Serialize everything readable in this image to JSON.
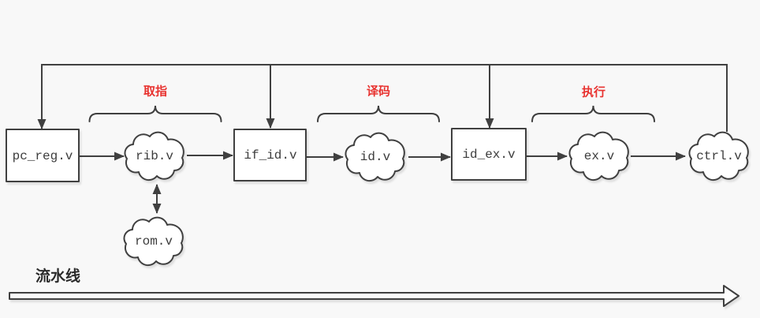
{
  "diagram": {
    "nodes": {
      "pc_reg": "pc_reg.v",
      "rib": "rib.v",
      "rom": "rom.v",
      "if_id": "if_id.v",
      "id": "id.v",
      "id_ex": "id_ex.v",
      "ex": "ex.v",
      "ctrl": "ctrl.v"
    },
    "stages": [
      {
        "label": "取指",
        "over": "rib"
      },
      {
        "label": "译码",
        "over": "id"
      },
      {
        "label": "执行",
        "over": "ex"
      }
    ],
    "edges": [
      {
        "from": "pc_reg",
        "to": "rib"
      },
      {
        "from": "rib",
        "to": "rom",
        "bidirectional": true
      },
      {
        "from": "rib",
        "to": "if_id"
      },
      {
        "from": "if_id",
        "to": "id"
      },
      {
        "from": "id",
        "to": "id_ex"
      },
      {
        "from": "id_ex",
        "to": "ex"
      },
      {
        "from": "ex",
        "to": "ctrl"
      },
      {
        "from": "ctrl",
        "to": "pc_reg",
        "via": "top-feedback"
      },
      {
        "from": "ctrl",
        "to": "if_id",
        "via": "top-feedback"
      },
      {
        "from": "ctrl",
        "to": "id_ex",
        "via": "top-feedback"
      }
    ],
    "bottom_label": "流水线",
    "colors": {
      "line": "#404040",
      "stage_label": "#e8322f",
      "node_text": "#3c3c3c",
      "background": "#f8f8f8"
    }
  }
}
